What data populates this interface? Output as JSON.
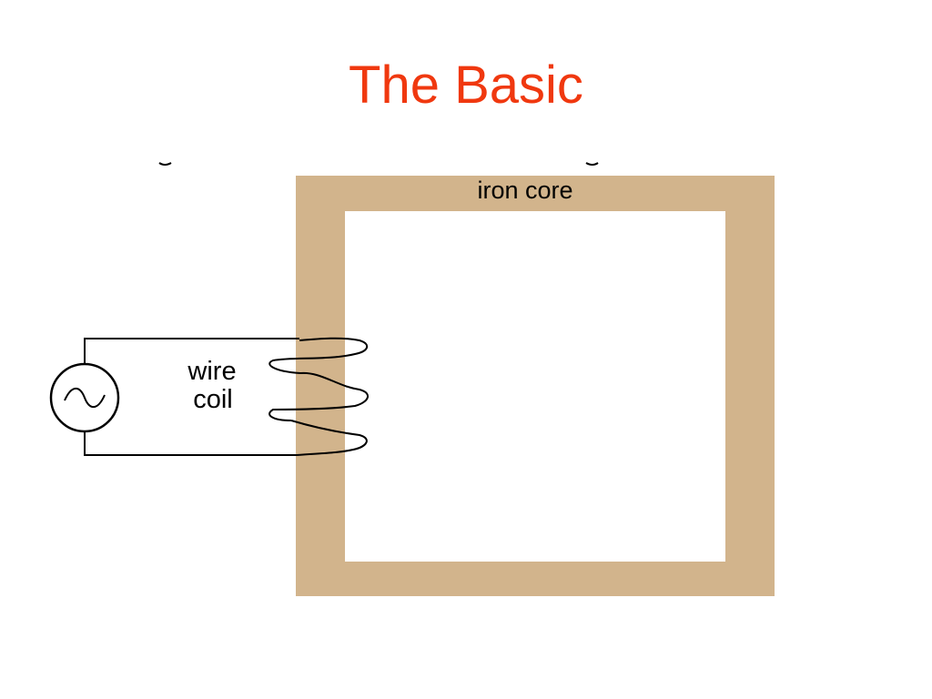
{
  "slide": {
    "title": "The Basic"
  },
  "diagram": {
    "core_label": "iron core",
    "coil_label_line1": "wire",
    "coil_label_line2": "coil",
    "source_icon": "ac-source-icon",
    "colors": {
      "title": "#f0380f",
      "core": "#d2b48c",
      "wire": "#000000",
      "background": "#ffffff"
    }
  }
}
